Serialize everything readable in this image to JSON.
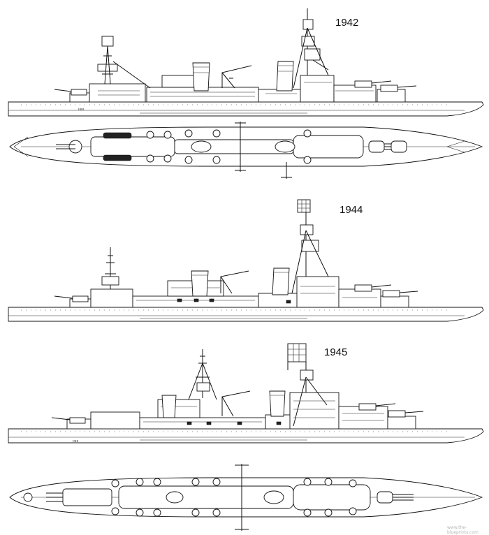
{
  "drawings": {
    "profile_1942": {
      "year_label": "1942"
    },
    "plan_1942": {},
    "profile_1944": {
      "year_label": "1944"
    },
    "profile_1945": {
      "year_label": "1945"
    },
    "plan_1945": {}
  },
  "watermark": "www.the-blueprints.com",
  "colors": {
    "ink": "#111111",
    "paper": "#ffffff"
  }
}
